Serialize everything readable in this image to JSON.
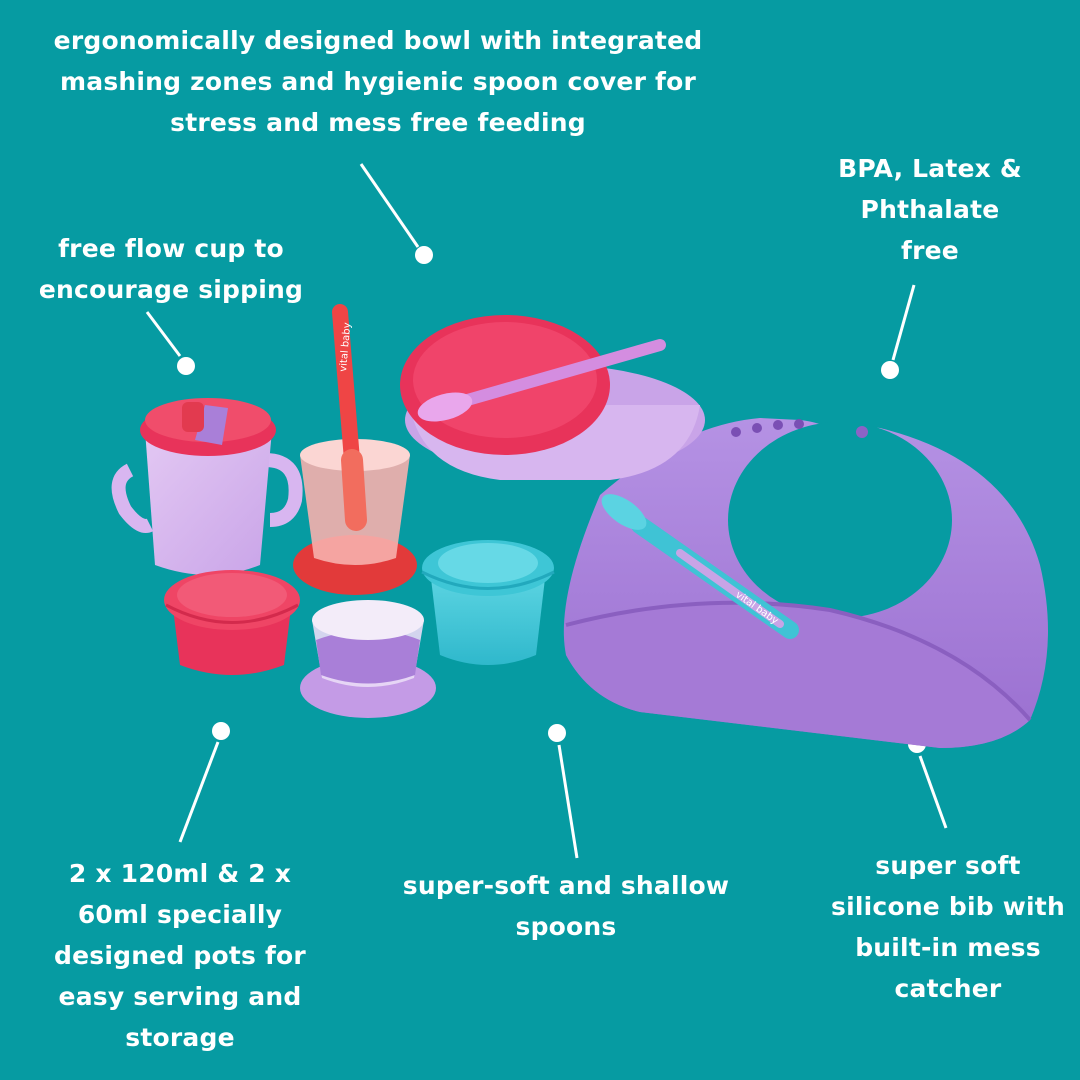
{
  "colors": {
    "background": "#069ba2",
    "text": "#ffffff",
    "pink": "#e8335a",
    "red": "#ef4545",
    "lilac": "#c8a4e6",
    "purple": "#a97fd8",
    "turquoise": "#3ec6d6"
  },
  "callouts": {
    "bowl": "ergonomically designed bowl with integrated\nmashing zones and hygienic spoon cover for\nstress and mess free feeding",
    "bpa_free": "BPA, Latex &\nPhthalate\nfree",
    "cup": "free flow cup to\nencourage sipping",
    "pots": "2 x 120ml & 2 x\n60ml specially\ndesigned pots for\neasy serving and\nstorage",
    "spoons": "super-soft and shallow\nspoons",
    "bib": "super soft\nsilicone bib with\nbuilt-in mess\ncatcher"
  },
  "product": {
    "brand_mark": "vital baby"
  }
}
